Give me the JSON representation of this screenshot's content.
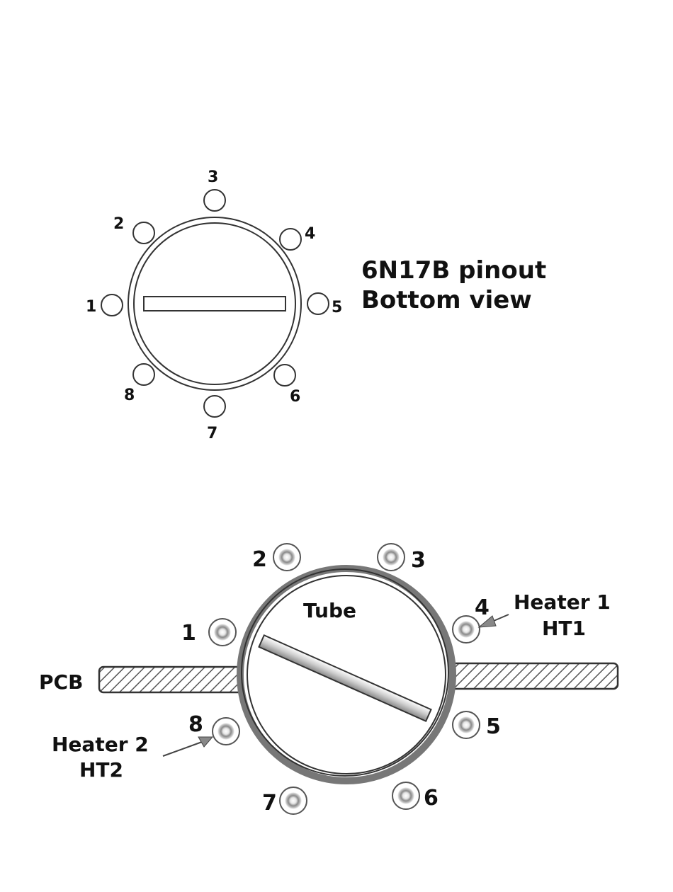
{
  "top_diagram": {
    "title_line1": "6N17B pinout",
    "title_line2": "Bottom view",
    "pins": [
      "1",
      "2",
      "3",
      "4",
      "5",
      "6",
      "7",
      "8"
    ]
  },
  "bottom_diagram": {
    "tube_label": "Tube",
    "pcb_label": "PCB",
    "pins": [
      "1",
      "2",
      "3",
      "4",
      "5",
      "6",
      "7",
      "8"
    ],
    "heater1_label": "Heater 1",
    "heater1_code": "HT1",
    "heater2_label": "Heater 2",
    "heater2_code": "HT2"
  },
  "colors": {
    "ink": "#111111",
    "outline": "#333333",
    "shadow": "#777777",
    "pin_ring": "#888888"
  }
}
